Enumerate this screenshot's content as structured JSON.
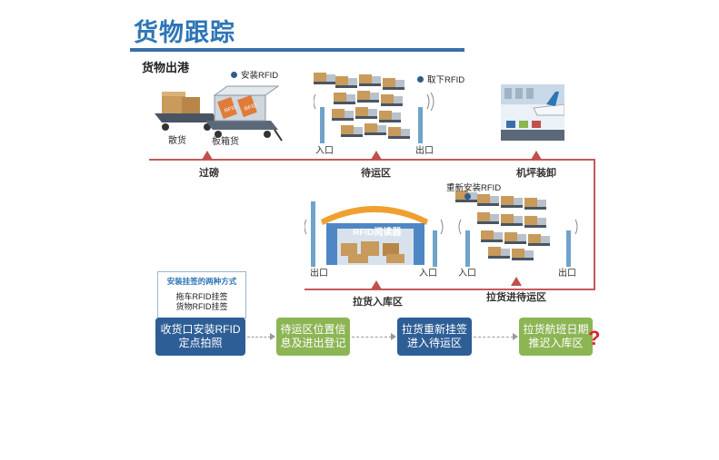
{
  "title": "货物跟踪",
  "subtitle": "货物出港",
  "top_row": {
    "install_rfid": "安装RFID",
    "loose_cargo": "散货",
    "pallet_cargo": "板箱货",
    "remove_rfid": "取下RFID",
    "entrance": "入口",
    "exit": "出口",
    "stations": [
      "过磅",
      "待运区",
      "机坪装卸"
    ]
  },
  "bottom_row": {
    "reinstall_rfid": "重新安装RFID",
    "reader_label": "RFID阅读器",
    "exit": "出口",
    "entrance": "入口",
    "stations": [
      "拉货入库区",
      "拉货进待运区"
    ]
  },
  "methods": {
    "title": "安装挂签的两种方式",
    "items": [
      "拖车RFID挂签",
      "货物RFID挂签"
    ]
  },
  "steps": [
    {
      "line1": "收货口安装RFID",
      "line2": "定点拍照"
    },
    {
      "line1": "待运区位置信",
      "line2": "息及进出登记"
    },
    {
      "line1": "拉货重新挂签",
      "line2": "进入待运区"
    },
    {
      "line1": "拉货航班日期",
      "line2": "推迟入库区"
    }
  ],
  "question_mark": "?",
  "colors": {
    "title": "#2e75b6",
    "line": "#c45a5a",
    "step_blue": "#2e5e96",
    "step_green": "#8cb554",
    "question": "#e0242b"
  }
}
